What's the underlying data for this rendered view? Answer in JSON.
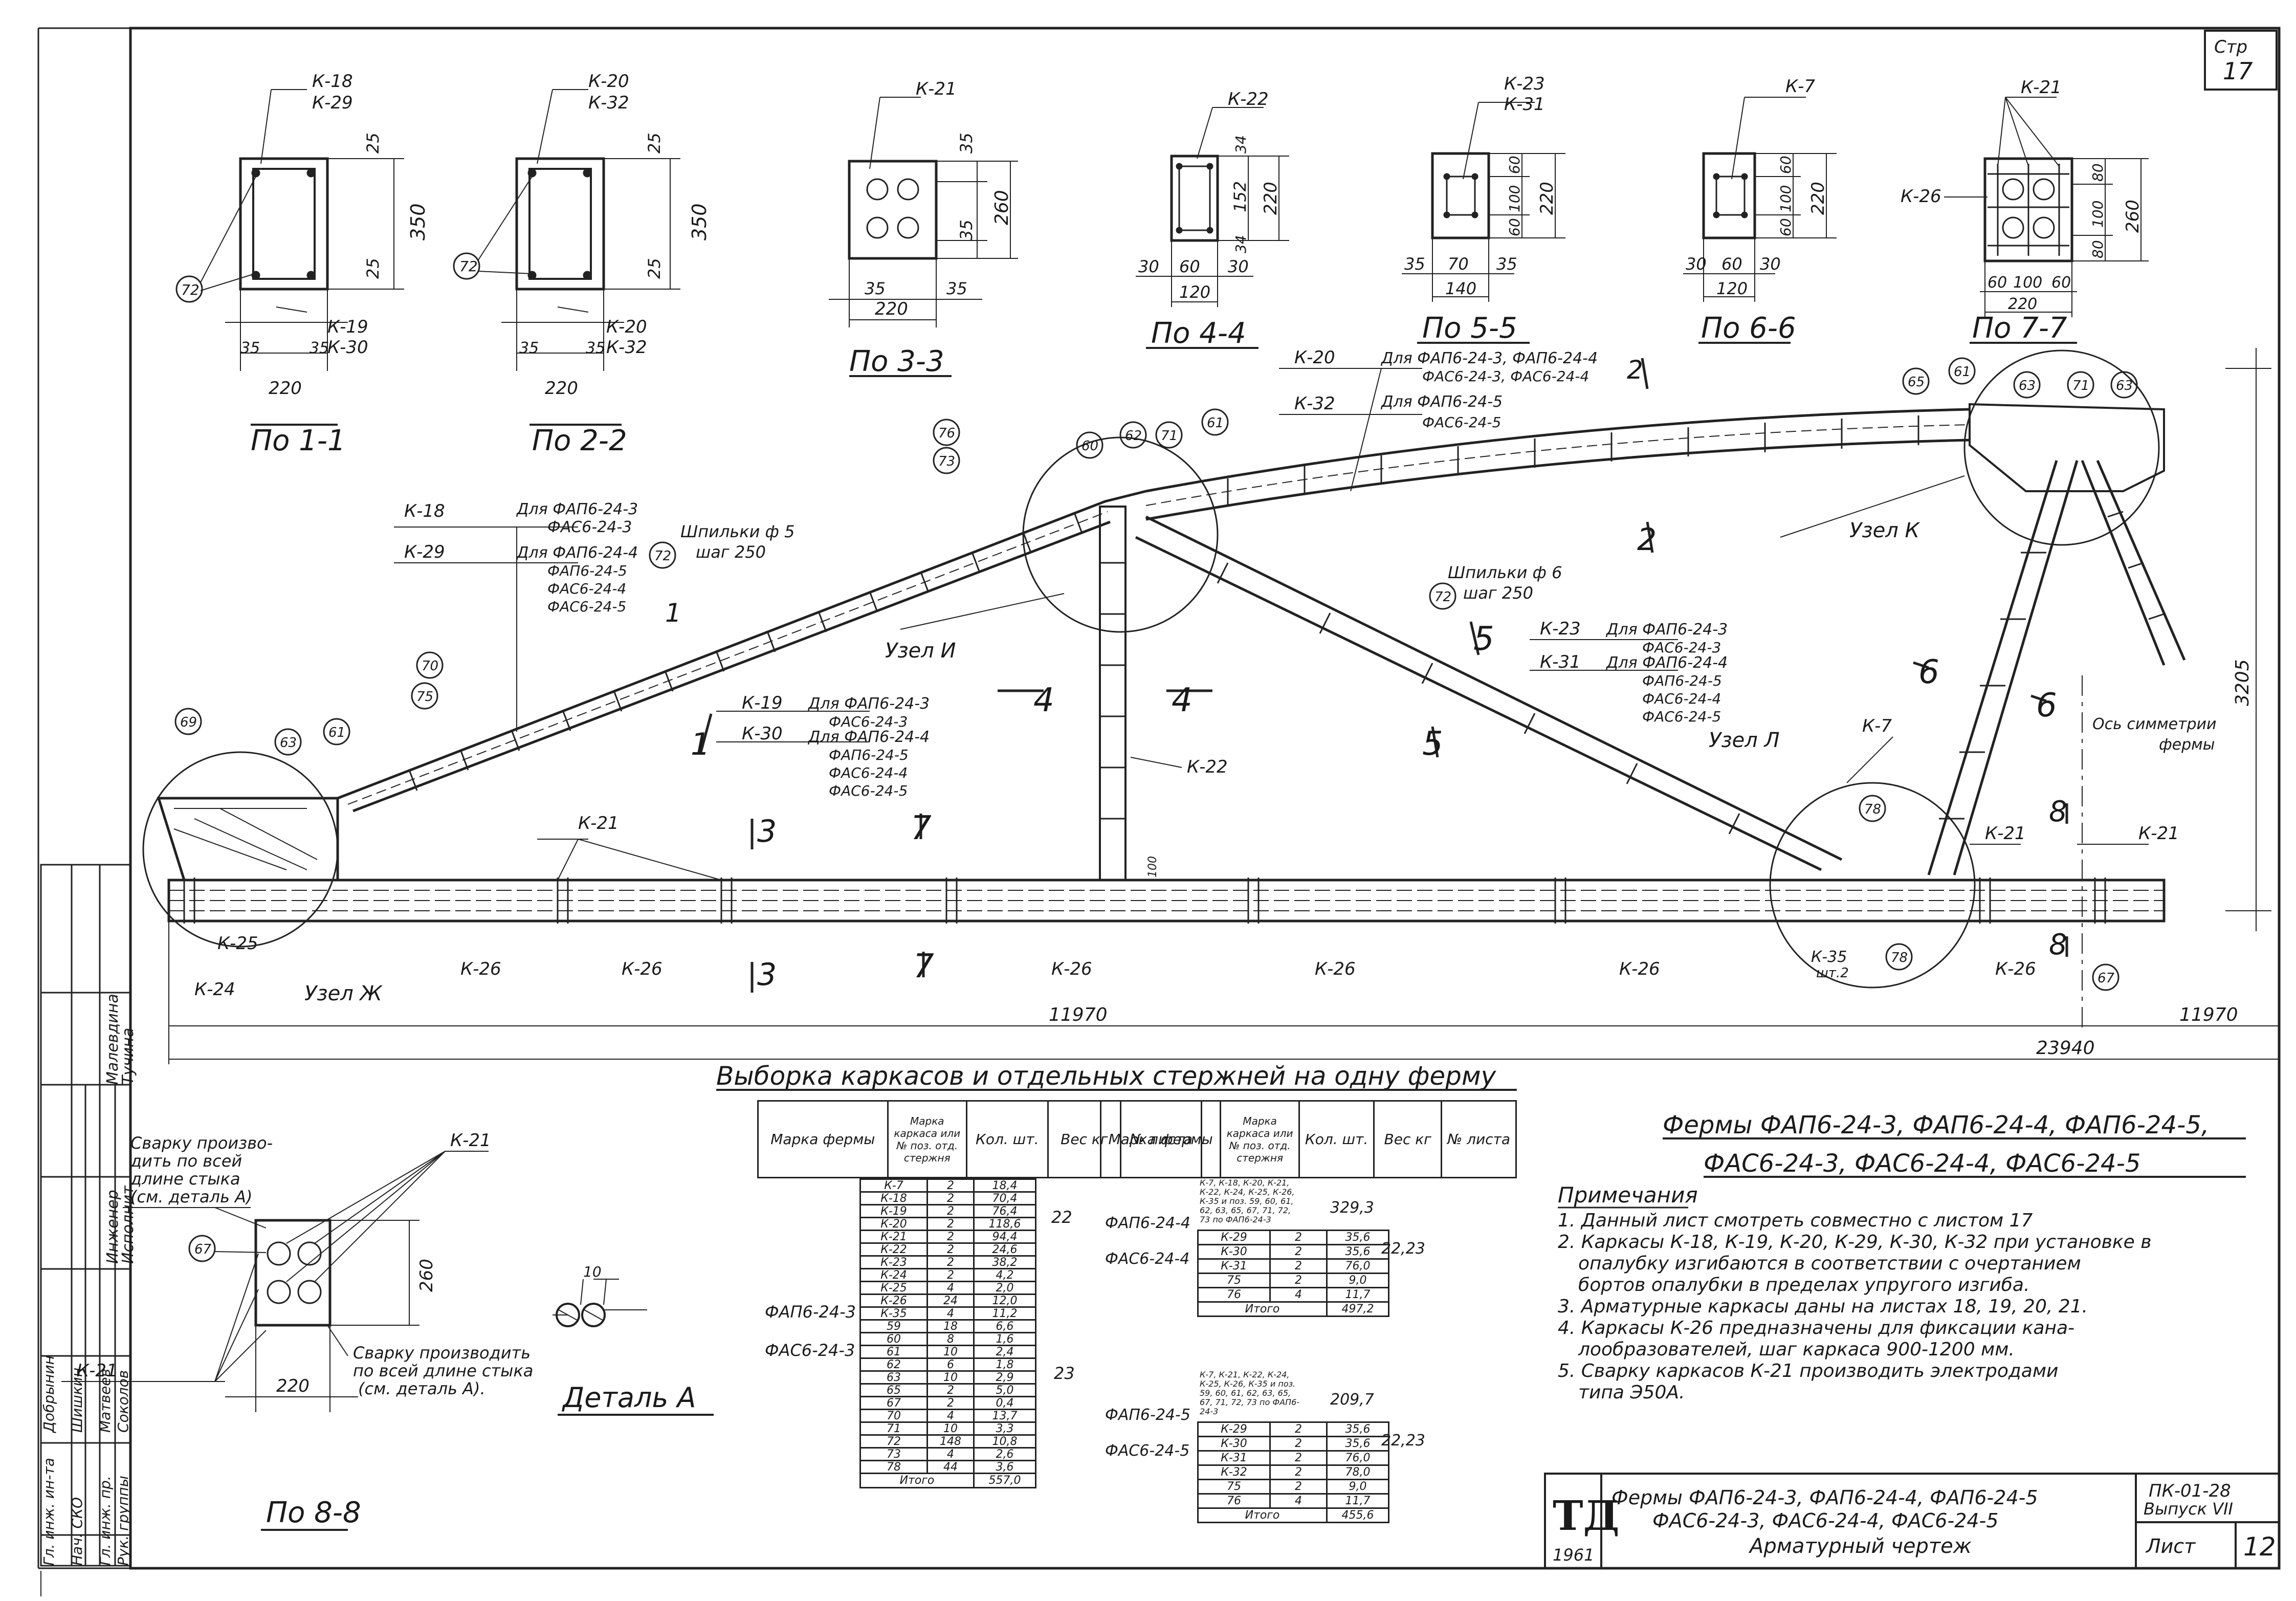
{
  "sheet": {
    "page_label": "Стр",
    "page_number": "17",
    "drawing_title": "Фермы ФАП6-24-3, ФАП6-24-4, ФАП6-24-5, ФАС6-24-3, ФАС6-24-4, ФАС6-24-5",
    "title_line1": "Фермы ФАП6-24-3, ФАП6-24-4, ФАП6-24-5,",
    "title_line2": "ФАС6-24-3, ФАС6-24-4, ФАС6-24-5"
  },
  "sections": [
    {
      "label": "По 1-1",
      "top": "К-18",
      "top2": "К-29",
      "bot": "К-19",
      "bot2": "К-30",
      "d1": "25",
      "d2": "25",
      "h": "350",
      "w": "220",
      "s1": "35",
      "s2": "35",
      "bubble": "72"
    },
    {
      "label": "По 2-2",
      "top": "К-20",
      "top2": "К-32",
      "bot": "К-20",
      "bot2": "К-32",
      "d1": "25",
      "d2": "25",
      "h": "350",
      "w": "220",
      "s1": "35",
      "s2": "35",
      "bubble": "72"
    },
    {
      "label": "По 3-3",
      "top": "К-21",
      "d1": "35",
      "d2": "35",
      "h": "260",
      "w": "220",
      "s1": "35",
      "s2": "35"
    },
    {
      "label": "По 4-4",
      "top": "К-22",
      "d1": "34",
      "d2": "152",
      "d3": "34",
      "h": "220",
      "w": "120",
      "s1": "30",
      "s2": "60",
      "s3": "30"
    },
    {
      "label": "По 5-5",
      "top": "К-23",
      "top2": "К-31",
      "d1": "60",
      "d2": "100",
      "d3": "60",
      "h": "220",
      "w": "140",
      "s1": "35",
      "s2": "70",
      "s3": "35"
    },
    {
      "label": "По 6-6",
      "top": "К-7",
      "d1": "60",
      "d2": "100",
      "d3": "60",
      "h": "220",
      "w": "120",
      "s1": "30",
      "s2": "60",
      "s3": "30"
    },
    {
      "label": "По 7-7",
      "top": "К-21",
      "side": "К-26",
      "d1": "80",
      "d2": "100",
      "d3": "80",
      "h": "260",
      "w": "220",
      "s1": "60",
      "s2": "100",
      "s3": "60"
    }
  ],
  "truss": {
    "k18": "К-18",
    "k18_for": "Для ФАП6-24-3",
    "k18_for2": "ФАС6-24-3",
    "k29": "К-29",
    "k29_for": "Для ФАП6-24-4",
    "k29_list": [
      "ФАП6-24-5",
      "ФАС6-24-4",
      "ФАС6-24-5"
    ],
    "pins1": "Шпильки ф 5",
    "pins1_step": "шаг 250",
    "pins2": "Шпильки ф 6",
    "pins2_step": "шаг 250",
    "k20": "К-20",
    "k20_for": "Для ФАП6-24-3, ФАП6-24-4",
    "k20_for2": "ФАС6-24-3, ФАС6-24-4",
    "k32": "К-32",
    "k32_for": "Для ФАП6-24-5",
    "k32_for2": "ФАС6-24-5",
    "k19": "К-19",
    "k19_for": "Для ФАП6-24-3",
    "k19_for2": "ФАС6-24-3",
    "k30": "К-30",
    "k30_for": "Для ФАП6-24-4",
    "k30_list": [
      "ФАП6-24-5",
      "ФАС6-24-4",
      "ФАС6-24-5"
    ],
    "k23": "К-23",
    "k23_for": "Для ФАП6-24-3",
    "k23_for2": "ФАС6-24-3",
    "k31": "К-31",
    "k31_for": "Для ФАП6-24-4",
    "k31_list": [
      "ФАП6-24-5",
      "ФАС6-24-4",
      "ФАС6-24-5"
    ],
    "k21": "К-21",
    "k22": "К-22",
    "k24": "К-24",
    "k25": "К-25",
    "k26": "К-26",
    "k7": "К-7",
    "k35": "К-35",
    "k35_qty": "шт.2",
    "node_zh": "Узел Ж",
    "node_i": "Узел И",
    "node_k": "Узел К",
    "node_l": "Узел Л",
    "axis": "Ось симметрии",
    "axis2": "фермы",
    "dim_half": "11970",
    "dim_full": "23940",
    "dim_h": "3205",
    "dim_100": "100",
    "cut": [
      "1",
      "1",
      "2",
      "2",
      "3",
      "3",
      "4",
      "4",
      "5",
      "5",
      "6",
      "6",
      "7",
      "7",
      "8",
      "8"
    ],
    "bubbles": [
      "69",
      "63",
      "61",
      "70",
      "75",
      "72",
      "76",
      "73",
      "60",
      "62",
      "71",
      "61",
      "72",
      "65",
      "61",
      "63",
      "71",
      "63",
      "78",
      "78",
      "67"
    ]
  },
  "detail": {
    "note_a": "Сварку произво-",
    "note_a2": "дить по всей",
    "note_a3": "длине стыка",
    "note_a4": "(см. деталь А)",
    "k21": "К-21",
    "bubble": "67",
    "h": "260",
    "w": "220",
    "note_b": "Сварку производить",
    "note_b2": "по всей длине стыка",
    "note_b3": "(см. деталь А).",
    "detail_label": "Деталь А",
    "weld_dim": "10",
    "section_label": "По 8-8"
  },
  "table": {
    "title": "Выборка каркасов и отдельных стержней на одну ферму",
    "headers": [
      "Марка фермы",
      "Марка каркаса или № поз. отд. стержня",
      "Кол. шт.",
      "Вес кг",
      "№ листа"
    ],
    "left_rows": [
      [
        "К-7",
        "2",
        "18,4"
      ],
      [
        "К-18",
        "2",
        "70,4"
      ],
      [
        "К-19",
        "2",
        "76,4"
      ],
      [
        "К-20",
        "2",
        "118,6"
      ],
      [
        "К-21",
        "2",
        "94,4"
      ],
      [
        "К-22",
        "2",
        "24,6"
      ],
      [
        "К-23",
        "2",
        "38,2"
      ],
      [
        "К-24",
        "2",
        "4,2"
      ],
      [
        "К-25",
        "4",
        "2,0"
      ],
      [
        "К-26",
        "24",
        "12,0"
      ],
      [
        "К-35",
        "4",
        "11,2"
      ],
      [
        "59",
        "18",
        "6,6"
      ],
      [
        "60",
        "8",
        "1,6"
      ],
      [
        "61",
        "10",
        "2,4"
      ],
      [
        "62",
        "6",
        "1,8"
      ],
      [
        "63",
        "10",
        "2,9"
      ],
      [
        "65",
        "2",
        "5,0"
      ],
      [
        "67",
        "2",
        "0,4"
      ],
      [
        "70",
        "4",
        "13,7"
      ],
      [
        "71",
        "10",
        "3,3"
      ],
      [
        "72",
        "148",
        "10,8"
      ],
      [
        "73",
        "4",
        "2,6"
      ],
      [
        "78",
        "44",
        "3,6"
      ]
    ],
    "left_mark": "ФАП6-24-3",
    "left_mark2": "ФАС6-24-3",
    "left_sheet1": "22",
    "left_sheet2": "23",
    "left_total_label": "Итого",
    "left_total": "557,0",
    "right_block1_mark": "ФАП6-24-4",
    "right_block1_mark2": "ФАС6-24-4",
    "right_block1_desc": "К-7, К-18, К-20, К-21, К-22, К-24, К-25, К-26, К-35 и поз. 59, 60, 61, 62, 63, 65, 67, 71, 72, 73 по ФАП6-24-3",
    "right_block1_weight": "329,3",
    "right_block1_rows": [
      [
        "К-29",
        "2",
        "35,6"
      ],
      [
        "К-30",
        "2",
        "35,6"
      ],
      [
        "К-31",
        "2",
        "76,0"
      ],
      [
        "75",
        "2",
        "9,0"
      ],
      [
        "76",
        "4",
        "11,7"
      ]
    ],
    "right_block1_total": "497,2",
    "right_block1_sheet": "22,23",
    "right_block2_mark": "ФАП6-24-5",
    "right_block2_mark2": "ФАС6-24-5",
    "right_block2_desc": "К-7, К-21, К-22, К-24, К-25, К-26, К-35 и поз. 59, 60, 61, 62, 63, 65, 67, 71, 72, 73 по ФАП6-24-3",
    "right_block2_weight": "209,7",
    "right_block2_rows": [
      [
        "К-29",
        "2",
        "35,6"
      ],
      [
        "К-30",
        "2",
        "35,6"
      ],
      [
        "К-31",
        "2",
        "76,0"
      ],
      [
        "К-32",
        "2",
        "78,0"
      ],
      [
        "75",
        "2",
        "9,0"
      ],
      [
        "76",
        "4",
        "11,7"
      ]
    ],
    "right_block2_total": "455,6",
    "right_block2_sheet": "22,23",
    "total_label": "Итого"
  },
  "notes": {
    "heading": "Примечания",
    "items": [
      "1. Данный лист смотреть совместно с листом 17",
      "2. Каркасы К-18, К-19, К-20, К-29, К-30, К-32 при установке в",
      "опалубку изгибаются в соответствии с очертанием",
      "бортов опалубки в пределах упругого изгиба.",
      "3. Арматурные каркасы даны на листах 18, 19, 20, 21.",
      "4. Каркасы К-26 предназначены для фиксации кана-",
      "лообразователей, шаг каркаса 900-1200 мм.",
      "5. Сварку каркасов К-21 производить электродами",
      "типа Э50А."
    ]
  },
  "stamp": {
    "logo": "ТД",
    "year": "1961",
    "title1": "Фермы ФАП6-24-3, ФАП6-24-4, ФАП6-24-5",
    "title2": "ФАС6-24-3, ФАС6-24-4, ФАС6-24-5",
    "title3": "Арматурный чертеж",
    "series": "ПК-01-28",
    "issue": "Выпуск VII",
    "sheet_label": "Лист",
    "sheet_no": "12"
  },
  "side_stamp": {
    "rows": [
      [
        "Инженер",
        "Малевдина"
      ],
      [
        "Исполнит.",
        "Тучина"
      ],
      [
        "Гл. инж. ин-та",
        "Добрынин"
      ],
      [
        "Нач. СКО",
        "Шишкин"
      ],
      [
        "Гл. инж. пр.",
        "Матвеев"
      ],
      [
        "Рук. группы",
        "Соколов"
      ]
    ]
  }
}
